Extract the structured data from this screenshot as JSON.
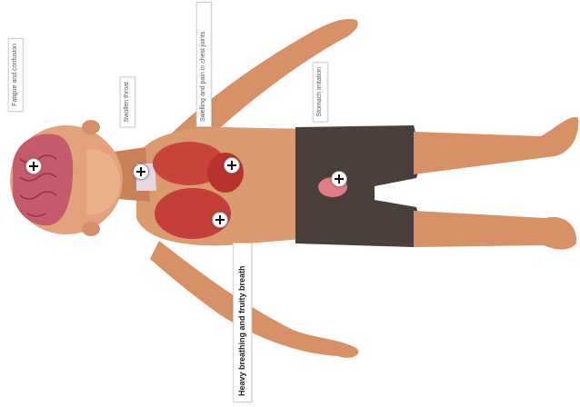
{
  "labels": {
    "brain": "Fatigue and confusion",
    "throat": "Swollen throat",
    "chest": "Swelling and pain in chest joints",
    "stomach": "Stomach irritation",
    "lungs": "Heavy breathing and fruity breath"
  },
  "hotspots": [
    {
      "name": "brain",
      "icon": "plus-icon"
    },
    {
      "name": "throat",
      "icon": "plus-icon"
    },
    {
      "name": "heart",
      "icon": "plus-icon"
    },
    {
      "name": "lungs",
      "icon": "plus-icon"
    },
    {
      "name": "stomach",
      "icon": "plus-icon"
    }
  ],
  "colors": {
    "skin": "#d9956a",
    "shorts": "#4a3f3a",
    "brain": "#c45a6a",
    "organs": "#c8453e"
  }
}
